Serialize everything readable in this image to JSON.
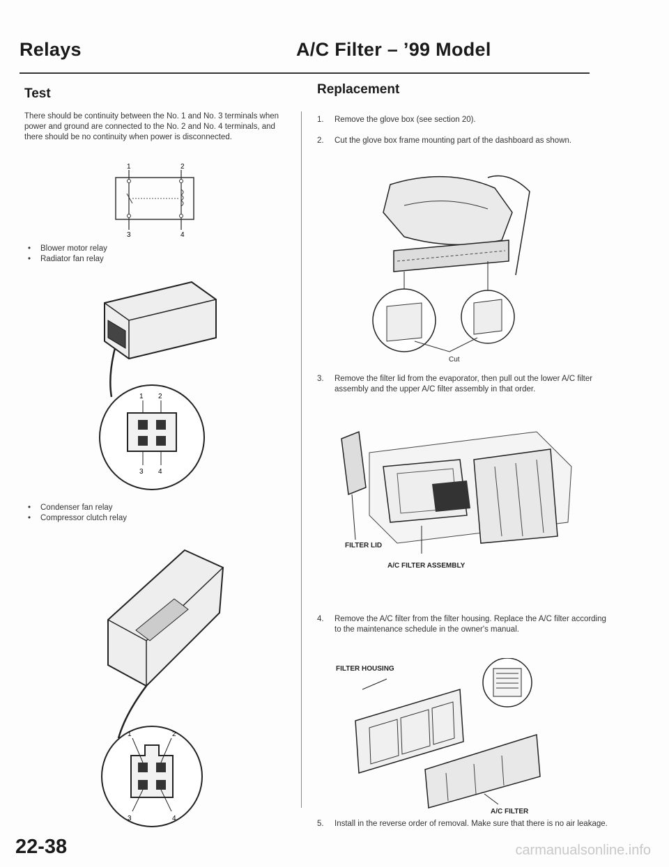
{
  "header": {
    "left_title": "Relays",
    "right_title": "A/C Filter – ’99 Model"
  },
  "test": {
    "title": "Test",
    "paragraph": "There should be continuity between the No. 1 and No. 3 terminals when power and ground are connected to the No. 2 and No. 4 terminals, and there should be no continuity when power is disconnected.",
    "schematic_terminals": [
      "1",
      "2",
      "3",
      "4"
    ],
    "relays_group_a": [
      "Blower motor relay",
      "Radiator fan relay"
    ],
    "relays_group_b": [
      "Condenser fan relay",
      "Compressor clutch relay"
    ]
  },
  "replacement": {
    "title": "Replacement",
    "steps": [
      {
        "num": "1.",
        "text": "Remove the glove box (see section 20)."
      },
      {
        "num": "2.",
        "text": "Cut the glove box frame mounting part of the dashboard as shown."
      },
      {
        "num": "3.",
        "text": "Remove the filter lid from the evaporator, then pull out the lower A/C filter assembly and the upper A/C filter assembly in that order."
      },
      {
        "num": "4.",
        "text": "Remove the A/C filter from the filter housing. Replace the A/C filter according to the maintenance schedule in the owner's manual."
      },
      {
        "num": "5.",
        "text": "Install in the reverse order of removal. Make sure that there is no air leakage."
      }
    ],
    "labels": {
      "cut": "Cut",
      "filter_lid": "FILTER LID",
      "filter_assembly": "A/C FILTER ASSEMBLY",
      "filter_housing": "FILTER HOUSING",
      "ac_filter": "A/C FILTER"
    }
  },
  "footer": {
    "page_number": "22-38",
    "watermark": "carmanualsonline.info"
  }
}
